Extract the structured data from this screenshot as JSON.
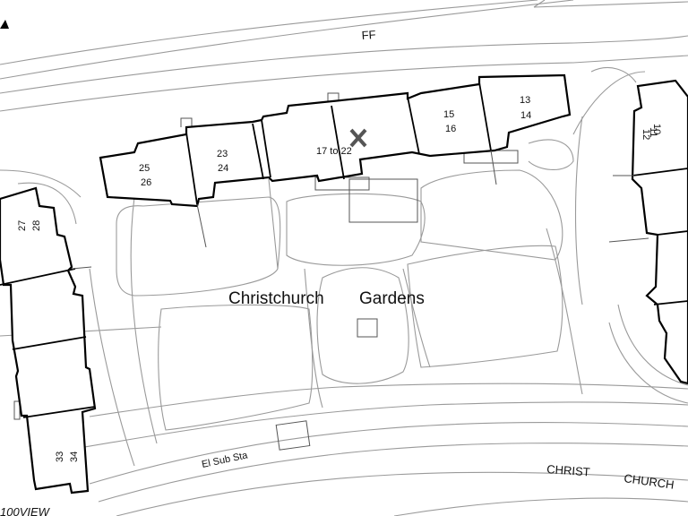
{
  "map": {
    "place_name": [
      "Christchurch",
      "Gardens"
    ],
    "road_top": "FF",
    "road_bottom": [
      "CHRIST",
      "CHURCH"
    ],
    "substation": "El Sub Sta",
    "watermark": "100VIEW",
    "marker": "location-cross-icon",
    "units": [
      [
        "25",
        "26"
      ],
      [
        "23",
        "24"
      ],
      [
        "17 to 22"
      ],
      [
        "15",
        "16"
      ],
      [
        "13",
        "14"
      ],
      [
        "10",
        "11",
        "12"
      ],
      [
        "27",
        "28"
      ],
      [
        "33",
        "34"
      ]
    ]
  }
}
